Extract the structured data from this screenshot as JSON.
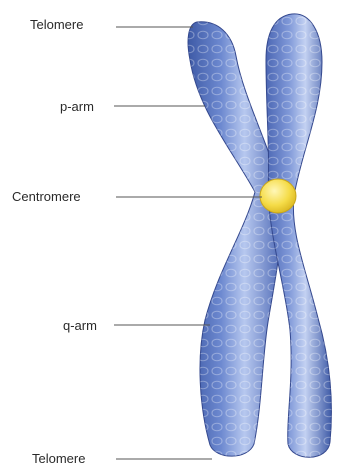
{
  "labels": {
    "telomere_top": "Telomere",
    "p_arm": "p-arm",
    "centromere": "Centromere",
    "q_arm": "q-arm",
    "telomere_bottom": "Telomere"
  },
  "colors": {
    "chromatid_fill": "#5f7cc7",
    "chromatid_highlight": "#b9c9ee",
    "chromatid_shadow": "#3a4f98",
    "centromere_fill": "#f5dc48",
    "leader_line": "#555555",
    "label_text": "#2a2a2a"
  }
}
